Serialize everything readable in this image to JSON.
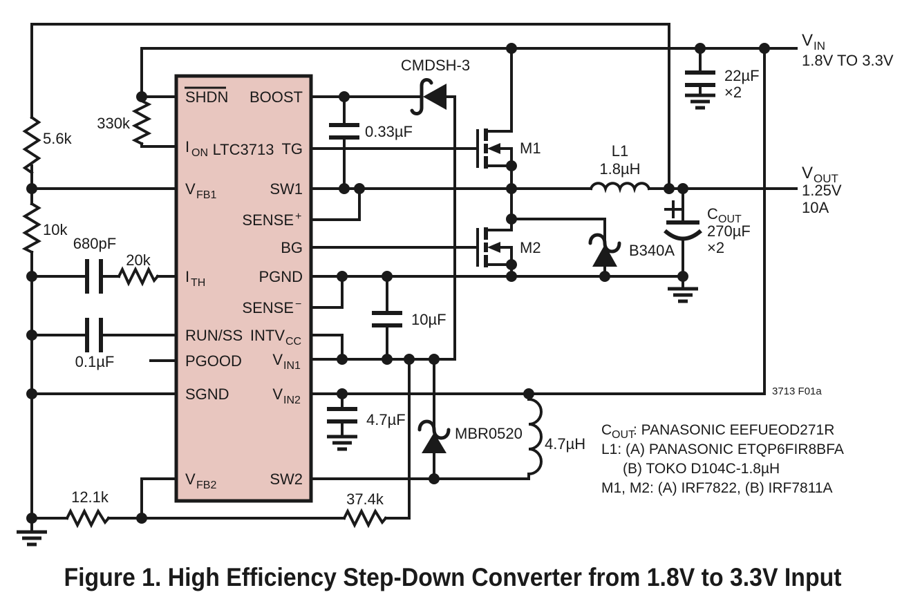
{
  "ic": {
    "name": "LTC3713",
    "pins": {
      "shdn": "SHDN",
      "ion": "I",
      "ion_sub": "ON",
      "vfb1": "V",
      "vfb1_sub": "FB1",
      "ith": "I",
      "ith_sub": "TH",
      "runss": "RUN/SS",
      "pgood": "PGOOD",
      "sgnd": "SGND",
      "vfb2": "V",
      "vfb2_sub": "FB2",
      "boost": "BOOST",
      "tg": "TG",
      "sw1": "SW1",
      "sense_p": "SENSE",
      "sense_p_sup": "+",
      "bg": "BG",
      "pgnd": "PGND",
      "sense_n": "SENSE",
      "sense_n_sup": "−",
      "intvcc": "INTV",
      "intvcc_sub": "CC",
      "vin1": "V",
      "vin1_sub": "IN1",
      "vin2": "V",
      "vin2_sub": "IN2",
      "sw2": "SW2"
    }
  },
  "components": {
    "r_5k6": "5.6k",
    "r_330k": "330k",
    "r_10k": "10k",
    "c_680pf": "680pF",
    "r_20k": "20k",
    "c_0u1": "0.1µF",
    "r_12k1": "12.1k",
    "r_37k4": "37.4k",
    "c_0u33": "0.33µF",
    "d_cmdsh3": "CMDSH-3",
    "m1": "M1",
    "m2": "M2",
    "l1_name": "L1",
    "l1_value": "1.8µH",
    "cin_value": "22µF",
    "cin_mult": "×2",
    "cout_name": "C",
    "cout_sub": "OUT",
    "cout_value": "270µF",
    "cout_mult": "×2",
    "c_10uf": "10µF",
    "c_4u7": "4.7µF",
    "d_mbr": "MBR0520",
    "l2_value": "4.7µH",
    "d_b340": "B340A"
  },
  "ports": {
    "vin": "V",
    "vin_sub": "IN",
    "vin_range": "1.8V TO 3.3V",
    "vout": "V",
    "vout_sub": "OUT",
    "vout_value": "1.25V",
    "vout_current": "10A"
  },
  "notes": {
    "cout_c": "C",
    "cout_sub": "OUT",
    "cout_rest": ": PANASONIC EEFUEOD271R",
    "l1": "L1: (A) PANASONIC ETQP6FIR8BFA",
    "l1_b": "(B) TOKO D104C-1.8µH",
    "mosfets": "M1, M2: (A) IRF7822, (B) IRF7811A"
  },
  "fig_ref": "3713 F01a",
  "title": "Figure 1. High Efficiency Step-Down Converter from 1.8V to 3.3V Input",
  "colors": {
    "ic_fill": "#e8c6bf",
    "line": "#1a1a1a"
  }
}
